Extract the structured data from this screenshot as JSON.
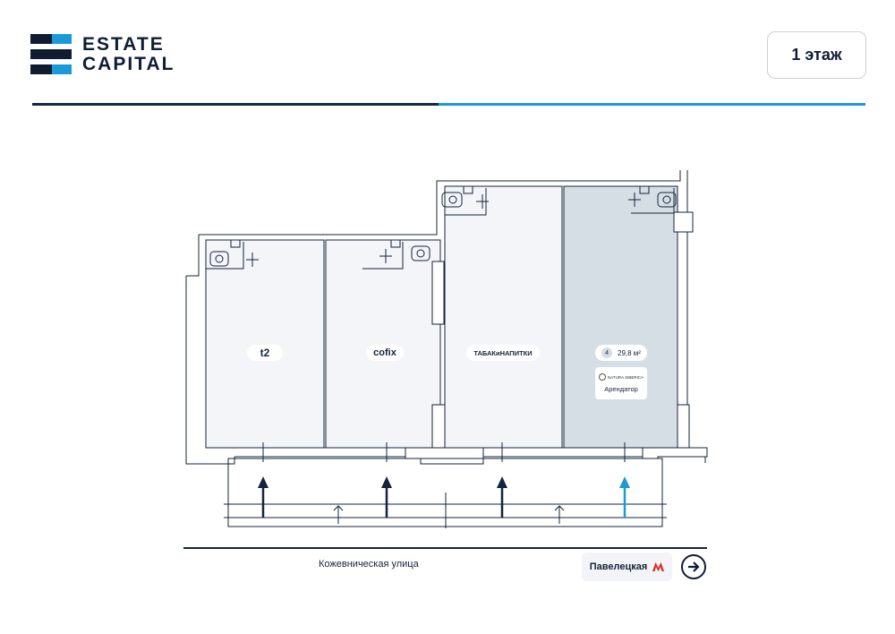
{
  "header": {
    "logo_line1": "ESTATE",
    "logo_line2": "CAPITAL",
    "floor_button": "1 этаж"
  },
  "colors": {
    "brand_dark": "#0f2a44",
    "brand_blue": "#1a9bd7",
    "highlight_room": "#d6dee5",
    "room_fill": "#f3f5f8",
    "metro_red": "#e4261d"
  },
  "rooms": [
    {
      "label": "t2",
      "status": "occupied"
    },
    {
      "label": "cofix",
      "status": "occupied"
    },
    {
      "label": "ТАБАКиНАПИТКИ",
      "status": "occupied"
    },
    {
      "number": "4",
      "area": "29,8 м²",
      "tenant_logo": "NATURA SIBERICA",
      "tenant_label": "Арендатор",
      "status": "selected"
    }
  ],
  "footer": {
    "street": "Кожевническая улица",
    "metro_station": "Павелецкая",
    "metro_icon": "metro-m-icon",
    "next_icon": "arrow-right-circle-icon"
  }
}
